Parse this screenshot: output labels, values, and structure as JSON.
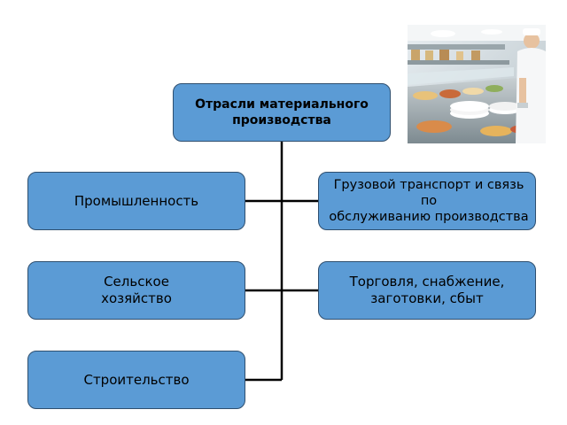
{
  "diagram": {
    "root": {
      "label": "Отрасли материального\nпроизводства"
    },
    "left_branches": [
      {
        "label": "Промышленность"
      },
      {
        "label": "Сельское\nхозяйство"
      },
      {
        "label": "Строительство"
      }
    ],
    "right_branches": [
      {
        "label": "Грузовой транспорт и связь\nпо\nобслуживанию производства"
      },
      {
        "label": "Торговля, снабжение,\nзаготовки, сбыт"
      }
    ],
    "colors": {
      "node_fill": "#5b9bd5",
      "node_border": "#2f4f6f",
      "connector": "#000000"
    }
  },
  "photo": {
    "subject": "cafeteria-serving-line-photo"
  }
}
